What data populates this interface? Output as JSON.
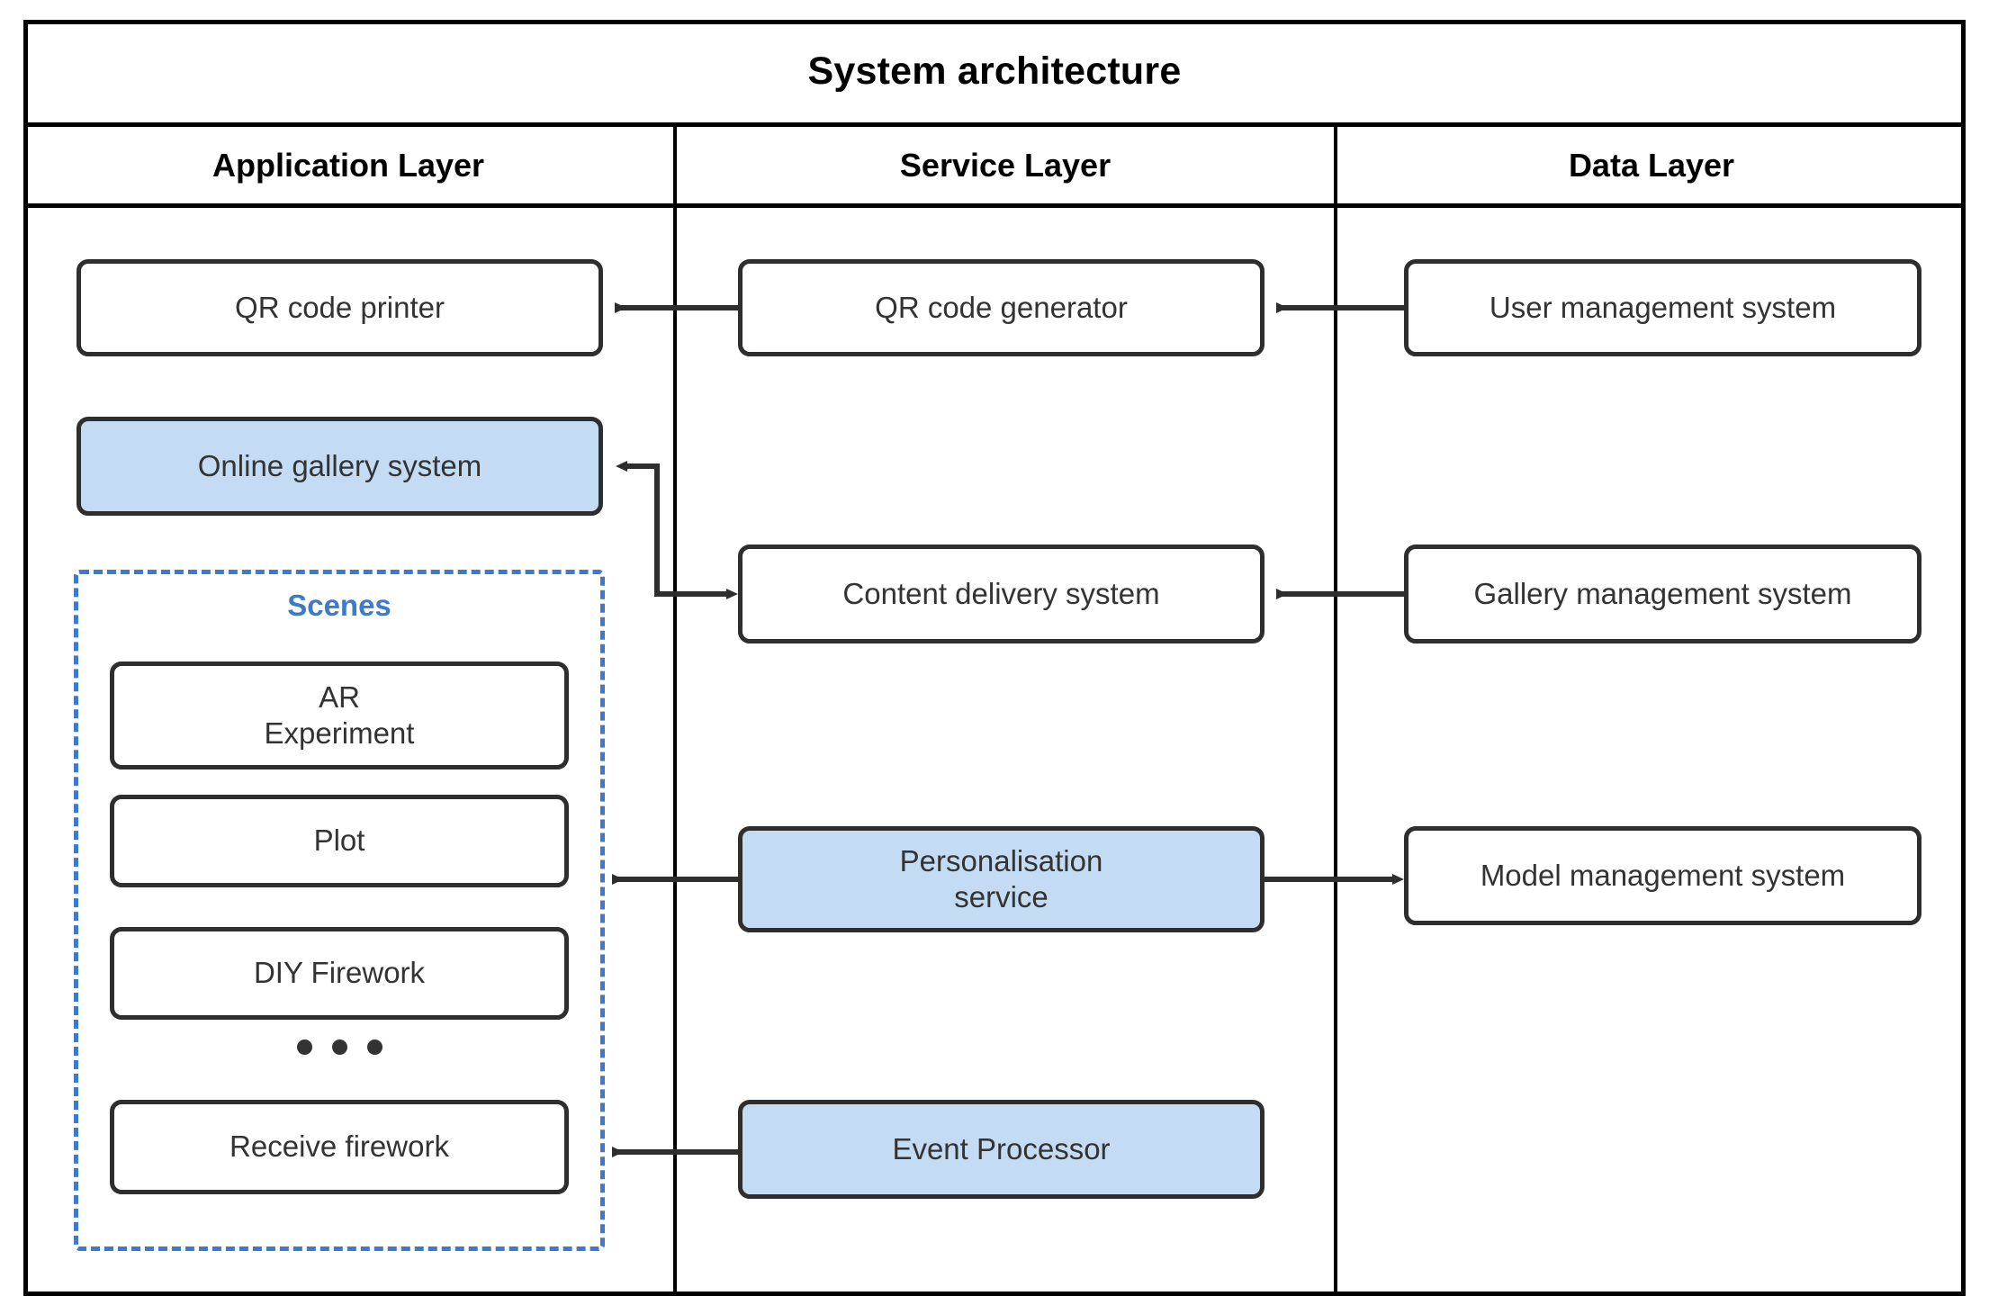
{
  "diagram": {
    "title": "System architecture",
    "columns": [
      {
        "id": "application",
        "label": "Application Layer"
      },
      {
        "id": "service",
        "label": "Service Layer"
      },
      {
        "id": "data",
        "label": "Data Layer"
      }
    ],
    "application_layer": {
      "nodes": [
        {
          "id": "qr-code-printer",
          "label": "QR code printer",
          "highlight": false
        },
        {
          "id": "online-gallery-system",
          "label": "Online gallery system",
          "highlight": true
        }
      ],
      "scenes_group": {
        "label": "Scenes",
        "border_color": "#3d79cc",
        "border_style": "dashed",
        "ellipsis": "• • •",
        "nodes": [
          {
            "id": "ar-experiment",
            "label": "AR\nExperiment",
            "line1": "AR",
            "line2": "Experiment"
          },
          {
            "id": "plot",
            "label": "Plot"
          },
          {
            "id": "diy-firework",
            "label": "DIY Firework"
          },
          {
            "id": "receive-firework",
            "label": "Receive firework"
          }
        ]
      }
    },
    "service_layer": {
      "nodes": [
        {
          "id": "qr-code-generator",
          "label": "QR code generator",
          "highlight": false
        },
        {
          "id": "content-delivery-system",
          "label": "Content delivery system",
          "highlight": false
        },
        {
          "id": "personalisation-service",
          "label": "Personalisation\nservice",
          "line1": "Personalisation",
          "line2": "service",
          "highlight": true
        },
        {
          "id": "event-processor",
          "label": "Event Processor",
          "highlight": true
        }
      ]
    },
    "data_layer": {
      "nodes": [
        {
          "id": "user-management-system",
          "label": "User management system",
          "highlight": false
        },
        {
          "id": "gallery-management-system",
          "label": "Gallery management system",
          "highlight": false
        },
        {
          "id": "model-management-system",
          "label": "Model management system",
          "highlight": false
        }
      ]
    },
    "connections": [
      {
        "from": "user-management-system",
        "to": "qr-code-generator",
        "direction": "left"
      },
      {
        "from": "qr-code-generator",
        "to": "qr-code-printer",
        "direction": "left"
      },
      {
        "from": "gallery-management-system",
        "to": "content-delivery-system",
        "direction": "left"
      },
      {
        "from": "content-delivery-system",
        "to": "online-gallery-system",
        "direction": "both"
      },
      {
        "from": "personalisation-service",
        "to": "scenes-group",
        "direction": "left"
      },
      {
        "from": "personalisation-service",
        "to": "model-management-system",
        "direction": "right"
      },
      {
        "from": "event-processor",
        "to": "receive-firework",
        "direction": "left"
      }
    ],
    "colors": {
      "highlight_fill": "#c3dcf4",
      "node_border": "#2e2e2e",
      "frame": "#000000",
      "group_accent": "#3d79cc",
      "text": "#333333"
    }
  }
}
